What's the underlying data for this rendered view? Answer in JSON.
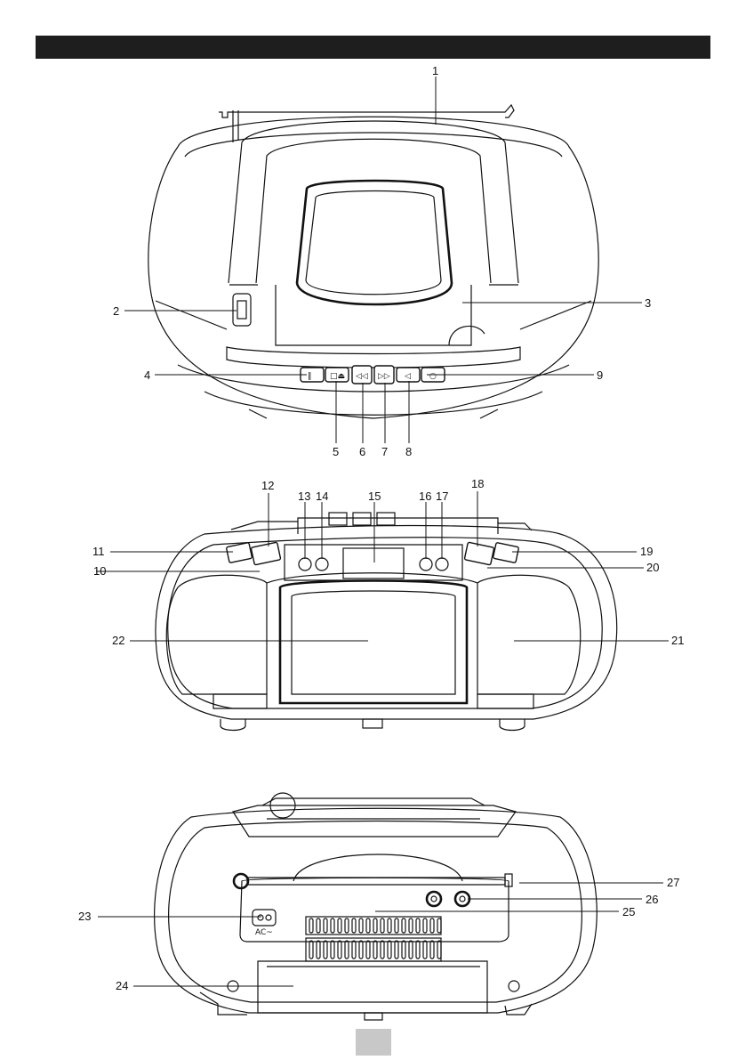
{
  "header": {
    "bar_color": "#1e1e1e"
  },
  "footer": {
    "page_box_color": "#c8c8c8"
  },
  "top_view": {
    "callouts": [
      "1",
      "2",
      "3",
      "4",
      "5",
      "6",
      "7",
      "8",
      "9"
    ]
  },
  "front_view": {
    "callouts": [
      "10",
      "11",
      "12",
      "13",
      "14",
      "15",
      "16",
      "17",
      "18",
      "19",
      "20",
      "21",
      "22"
    ]
  },
  "back_view": {
    "callouts": [
      "23",
      "24",
      "25",
      "26",
      "27"
    ],
    "ac_label": "AC~"
  }
}
